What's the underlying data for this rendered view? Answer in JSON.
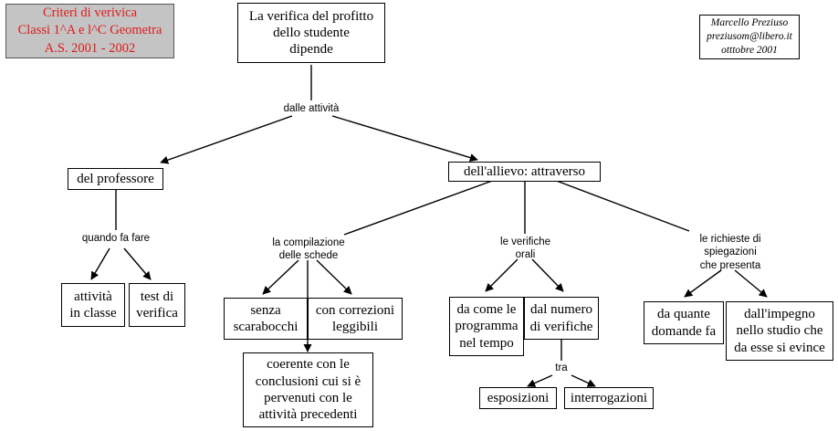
{
  "diagram": {
    "title": "La verifica del profitto dello studente dipende",
    "header_note": "Criteri di verivica\nClassi 1^A e l^C Geometra\nA.S. 2001 - 2002",
    "author_note": "Marcello Preziuso\npreziusom@libero.it\notttobre 2001",
    "colors": {
      "header_text": "#e01b1b",
      "header_background": "#c4c4c4",
      "node_border": "#000000",
      "node_background": "#ffffff",
      "edge": "#000000"
    },
    "nodes": {
      "root": "La verifica del profitto\ndello studente\ndipende",
      "professore": "del professore",
      "allievo": "dell'allievo: attraverso",
      "attivita_classe": "attività\nin classe",
      "test_verifica": "test di\nverifica",
      "senza_scarabocchi": "senza\nscarabocchi",
      "con_correzioni": "con correzioni\nleggibili",
      "coerente": "coerente con le\nconclusioni cui si è\npervenuti con le\nattività precedenti",
      "da_come_programma": "da come le\nprogramma\nnel tempo",
      "dal_numero": "dal numero\ndi verifiche",
      "esposizioni": "esposizioni",
      "interrogazioni": "interrogazioni",
      "da_quante_domande": "da quante\ndomande fa",
      "dall_impegno": "dall'impegno\nnello studio che\nda esse si evince"
    },
    "link_labels": {
      "dalle_attivita": "dalle attività",
      "quando_fa_fare": "quando fa fare",
      "la_compilazione": "la compilazione\ndelle schede",
      "le_verifiche_orali": "le verifiche\norali",
      "le_richieste": "le richieste di\nspiegazioni\nche presenta",
      "tra": "tra"
    }
  }
}
